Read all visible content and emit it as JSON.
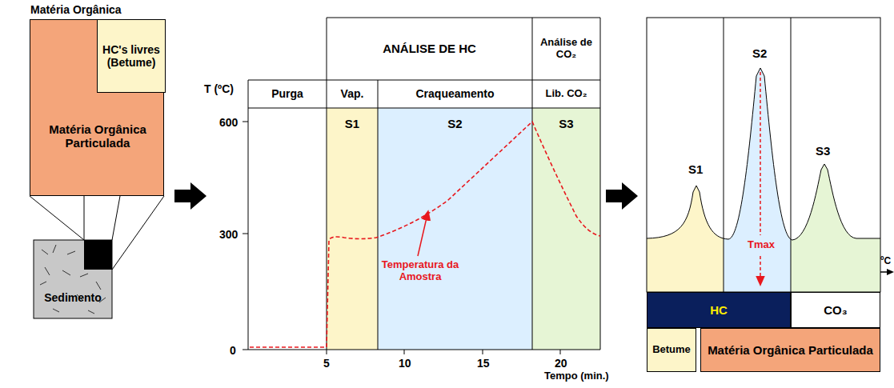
{
  "diagram": {
    "nodes": [
      {
        "text": [
          "Matéria Orgânica",
          "Matéria Orgânica Particulada"
        ]
      },
      {
        "text": [
          "HC's livres (Betume)"
        ],
        "in": 0
      },
      {
        "text": [
          "Sedimento"
        ]
      },
      {
        "text": [
          "ANÁLISE DE HC"
        ]
      },
      {
        "text": [
          "Análise de CO₂"
        ]
      },
      {
        "text": [
          "Purga"
        ]
      },
      {
        "text": [
          "Vap."
        ]
      },
      {
        "text": [
          "Craqueamento"
        ]
      },
      {
        "text": [
          "Lib. CO₂"
        ]
      },
      {
        "text": [
          "S1"
        ]
      },
      {
        "text": [
          "S2"
        ]
      },
      {
        "text": [
          "S3"
        ]
      },
      {
        "text": [
          "HC"
        ]
      },
      {
        "text": [
          "CO₃"
        ]
      },
      {
        "text": [
          "Betume"
        ]
      },
      {
        "text": [
          "Matéria Orgânica Particulada"
        ]
      }
    ],
    "labels": [
      "T (ºC)",
      "600",
      "300",
      "0",
      "5",
      "10",
      "15",
      "20",
      "Tempo (min.)",
      "Temperatura da Amostra",
      "S1",
      "S2",
      "S3",
      "Tmax",
      "ºC"
    ]
  }
}
